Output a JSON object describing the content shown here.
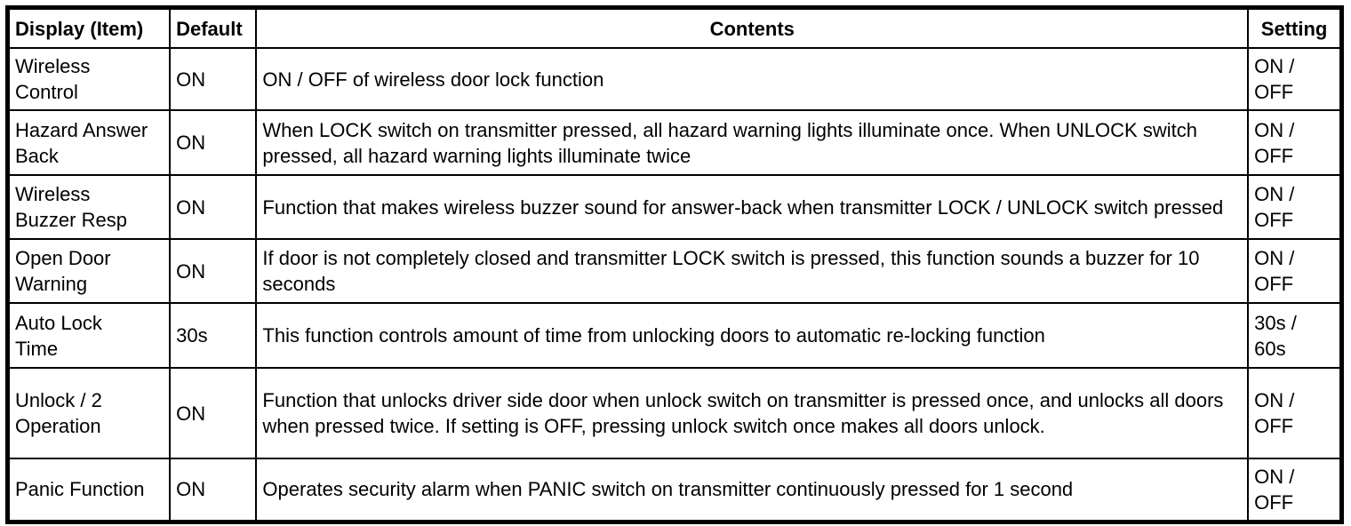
{
  "colors": {
    "background": "#ffffff",
    "text": "#000000",
    "border": "#000000"
  },
  "table": {
    "headers": {
      "item": "Display (Item)",
      "default": "Default",
      "contents": "Contents",
      "setting": "Setting"
    },
    "rows": [
      {
        "item": "Wireless\nControl",
        "default": "ON",
        "contents": "ON / OFF of wireless door lock function",
        "setting": "ON /\nOFF"
      },
      {
        "item": "Hazard Answer\nBack",
        "default": "ON",
        "contents": "When LOCK switch on transmitter pressed, all hazard warning lights illuminate once. When UNLOCK switch pressed, all hazard warning lights illuminate twice",
        "setting": "ON /\nOFF"
      },
      {
        "item": "Wireless\nBuzzer Resp",
        "default": "ON",
        "contents": "Function that makes wireless buzzer sound for answer-back when transmitter LOCK / UNLOCK switch pressed",
        "setting": "ON /\nOFF"
      },
      {
        "item": "Open Door\nWarning",
        "default": "ON",
        "contents": "If door is not completely closed and transmitter LOCK switch is pressed, this function sounds a buzzer for 10 seconds",
        "setting": "ON /\nOFF"
      },
      {
        "item": "Auto Lock\nTime",
        "default": "30s",
        "contents": "This function controls amount of time from unlocking doors to automatic re-locking function",
        "setting": "30s /\n60s"
      },
      {
        "item": "Unlock / 2\nOperation",
        "default": "ON",
        "contents": "Function that unlocks driver side door when unlock switch on transmitter is pressed once, and unlocks all doors when pressed twice. If setting is OFF, pressing unlock switch once makes all doors unlock.",
        "setting": "ON /\nOFF"
      },
      {
        "item": "Panic Function",
        "default": "ON",
        "contents": "Operates security alarm when PANIC switch on transmitter continuously pressed for 1 second",
        "setting": "ON /\nOFF"
      }
    ]
  }
}
